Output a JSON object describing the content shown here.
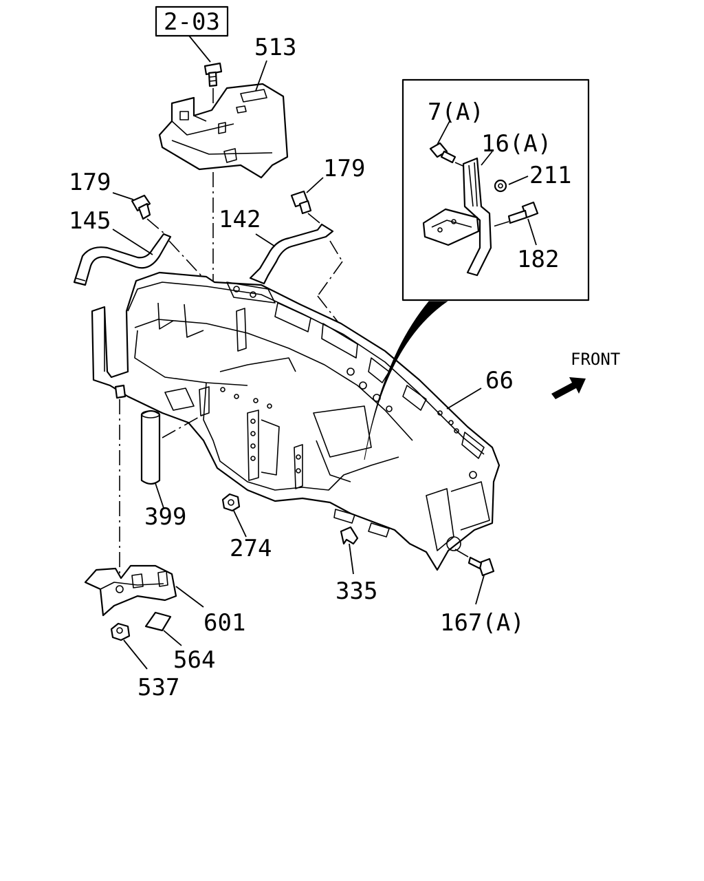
{
  "reference_box": {
    "text": "2-03"
  },
  "direction": {
    "text": "FRONT",
    "icon": "front-arrow-icon"
  },
  "labels": {
    "p513": "513",
    "p179_left": "179",
    "p179_right": "179",
    "p145": "145",
    "p142": "142",
    "p7a": "7(A)",
    "p16a": "16(A)",
    "p211": "211",
    "p182": "182",
    "p66": "66",
    "p399": "399",
    "p274": "274",
    "p335": "335",
    "p601": "601",
    "p564": "564",
    "p537": "537",
    "p167a": "167(A)"
  }
}
